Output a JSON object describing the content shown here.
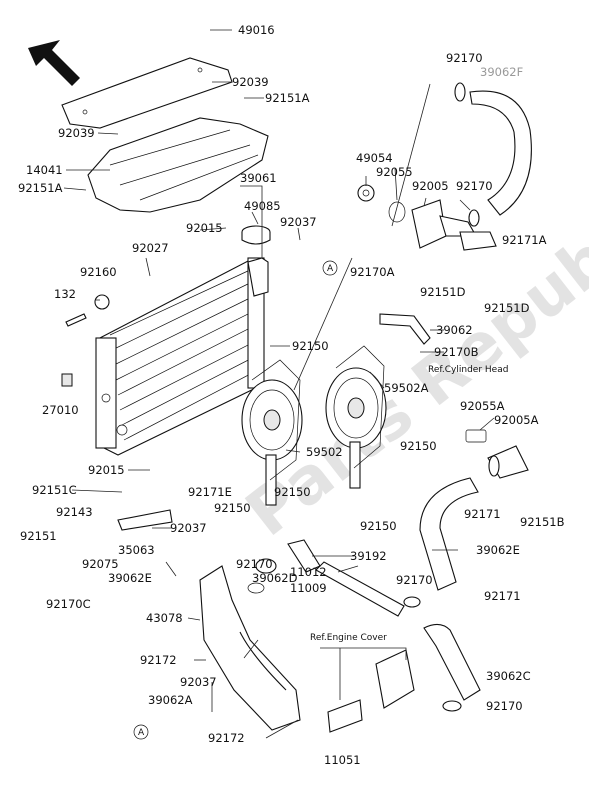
{
  "diagram": {
    "callouts": {
      "c49016": "49016",
      "c92039a": "92039",
      "c92151a_top": "92151A",
      "c92039b": "92039",
      "c14041": "14041",
      "c92151a_left": "92151A",
      "c39061": "39061",
      "c49085": "49085",
      "c92037_top": "92037",
      "c92015_top": "92015",
      "c92027": "92027",
      "c92160": "92160",
      "c132": "132",
      "c27010": "27010",
      "c92150_mid": "92150",
      "c92170_top": "92170",
      "c39062f": "39062F",
      "c49054": "49054",
      "c92055": "92055",
      "c92005": "92005",
      "c92170_upper": "92170",
      "c92171a": "92171A",
      "c92170a": "92170A",
      "c92151d_a": "92151D",
      "c92151d_b": "92151D",
      "c39062": "39062",
      "c92170b": "92170B",
      "ref_cyl": "Ref.Cylinder Head",
      "c59502a": "59502A",
      "c92055a": "92055A",
      "c92005a": "92005A",
      "c92150_right": "92150",
      "c59502": "59502",
      "c92015_bot": "92015",
      "c92171e": "92171E",
      "c92150_low1": "92150",
      "c92150_low2": "92150",
      "c92151c": "92151C",
      "c92143": "92143",
      "c92037_mid": "92037",
      "c35063": "35063",
      "c92151": "92151",
      "c92075": "92075",
      "c92170c": "92170C",
      "c39062e_left": "39062E",
      "c92170_mid": "92170",
      "c39062d": "39062D",
      "c92150_c": "92150",
      "c92171": "92171",
      "c92151b": "92151B",
      "c39062e_right": "39062E",
      "c39192": "39192",
      "c92170_r": "92170",
      "c92171_r": "92171",
      "c43078": "43078",
      "c11012": "11012",
      "c11009": "11009",
      "ref_engine": "Ref.Engine Cover",
      "c92172_a": "92172",
      "c92037_bot": "92037",
      "c39062a": "39062A",
      "c92172_b": "92172",
      "c11051": "11051",
      "c39062c": "39062C",
      "c92170_bot": "92170",
      "marker_a1": "A",
      "marker_a2": "A"
    },
    "watermark": "Parts Republik"
  }
}
